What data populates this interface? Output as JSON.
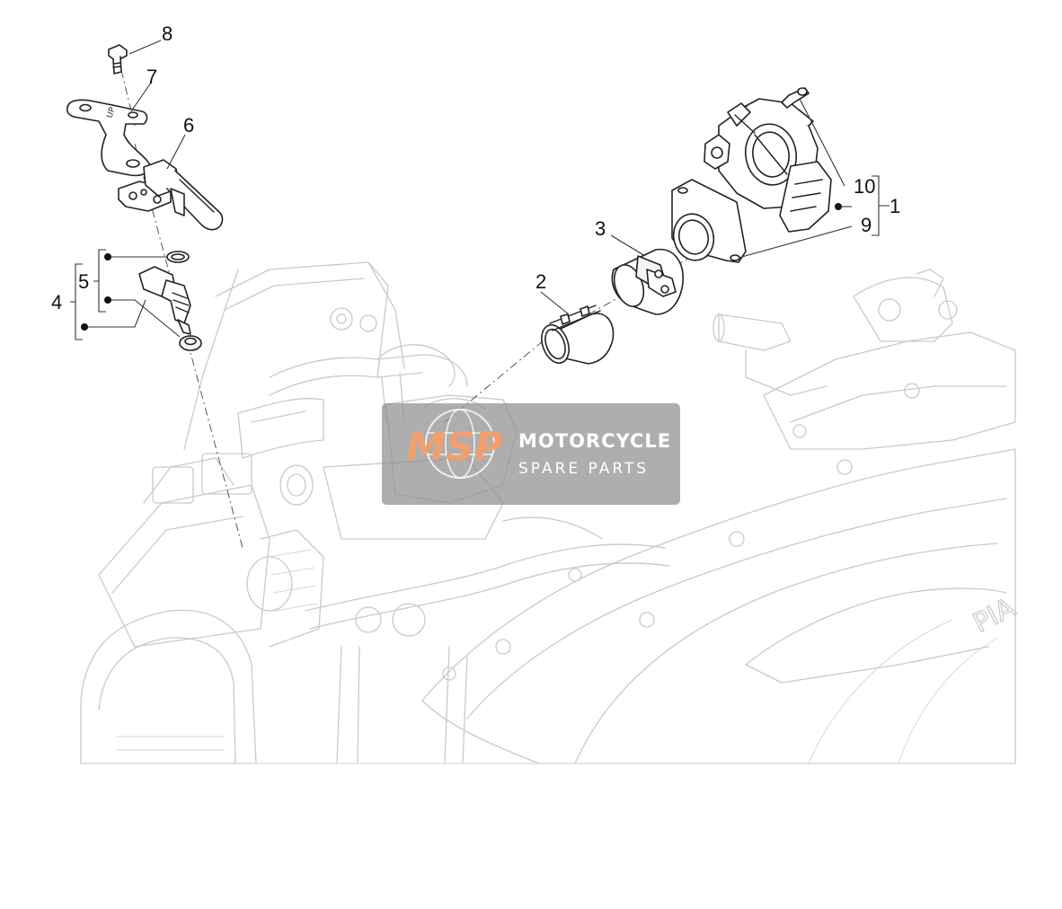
{
  "callouts": [
    {
      "id": "1",
      "label": "1"
    },
    {
      "id": "2",
      "label": "2"
    },
    {
      "id": "3",
      "label": "3"
    },
    {
      "id": "4",
      "label": "4"
    },
    {
      "id": "5",
      "label": "5"
    },
    {
      "id": "6",
      "label": "6"
    },
    {
      "id": "7",
      "label": "7"
    },
    {
      "id": "8",
      "label": "8"
    },
    {
      "id": "9",
      "label": "9"
    },
    {
      "id": "10",
      "label": "10"
    }
  ],
  "watermark": {
    "logo_text": "MSP",
    "line1": "MOTORCYCLE",
    "line2": "SPARE PARTS",
    "box_color": "#8f8f8f",
    "logo_color": "#f0a070"
  },
  "engine_case_lettering": "PIA",
  "bracket_marking": "UP",
  "colors": {
    "engine_outline": "#c9c9c9",
    "part_outline": "#222222",
    "background": "#ffffff"
  }
}
